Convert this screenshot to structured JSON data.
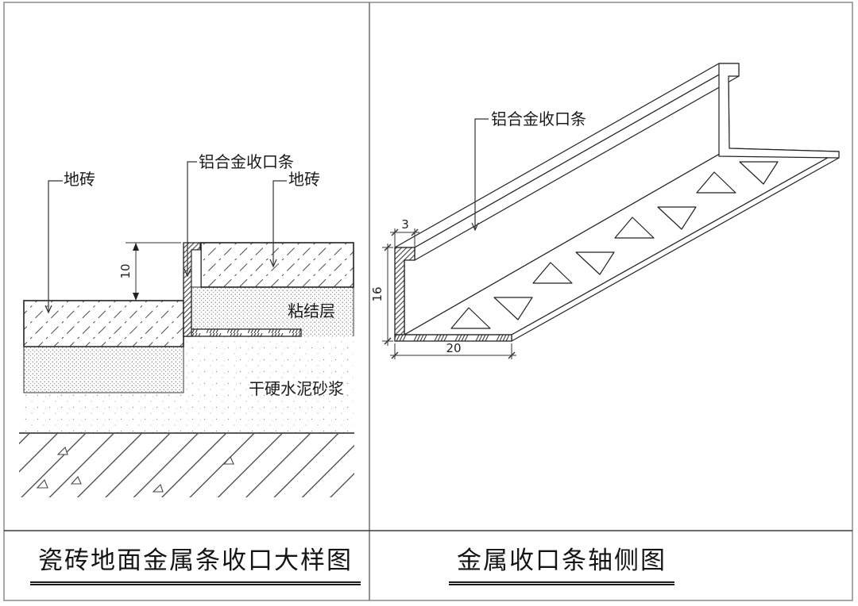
{
  "sheet": {
    "left_panel": {
      "title": "瓷砖地面金属条收口大样图",
      "labels": {
        "floor_tile_left": "地砖",
        "aluminum_trim": "铝合金收口条",
        "floor_tile_right": "地砖",
        "bonding_layer": "粘结层",
        "dry_mortar": "干硬水泥砂浆"
      },
      "dimensions": {
        "step_height": "10"
      }
    },
    "right_panel": {
      "title": "金属收口条轴侧图",
      "labels": {
        "aluminum_trim": "铝合金收口条"
      },
      "dimensions": {
        "lip_width": "3",
        "profile_height": "16",
        "flange_width": "20"
      }
    },
    "colors": {
      "line": "#222222",
      "frame": "#8b8b8b",
      "background": "#ffffff"
    }
  }
}
